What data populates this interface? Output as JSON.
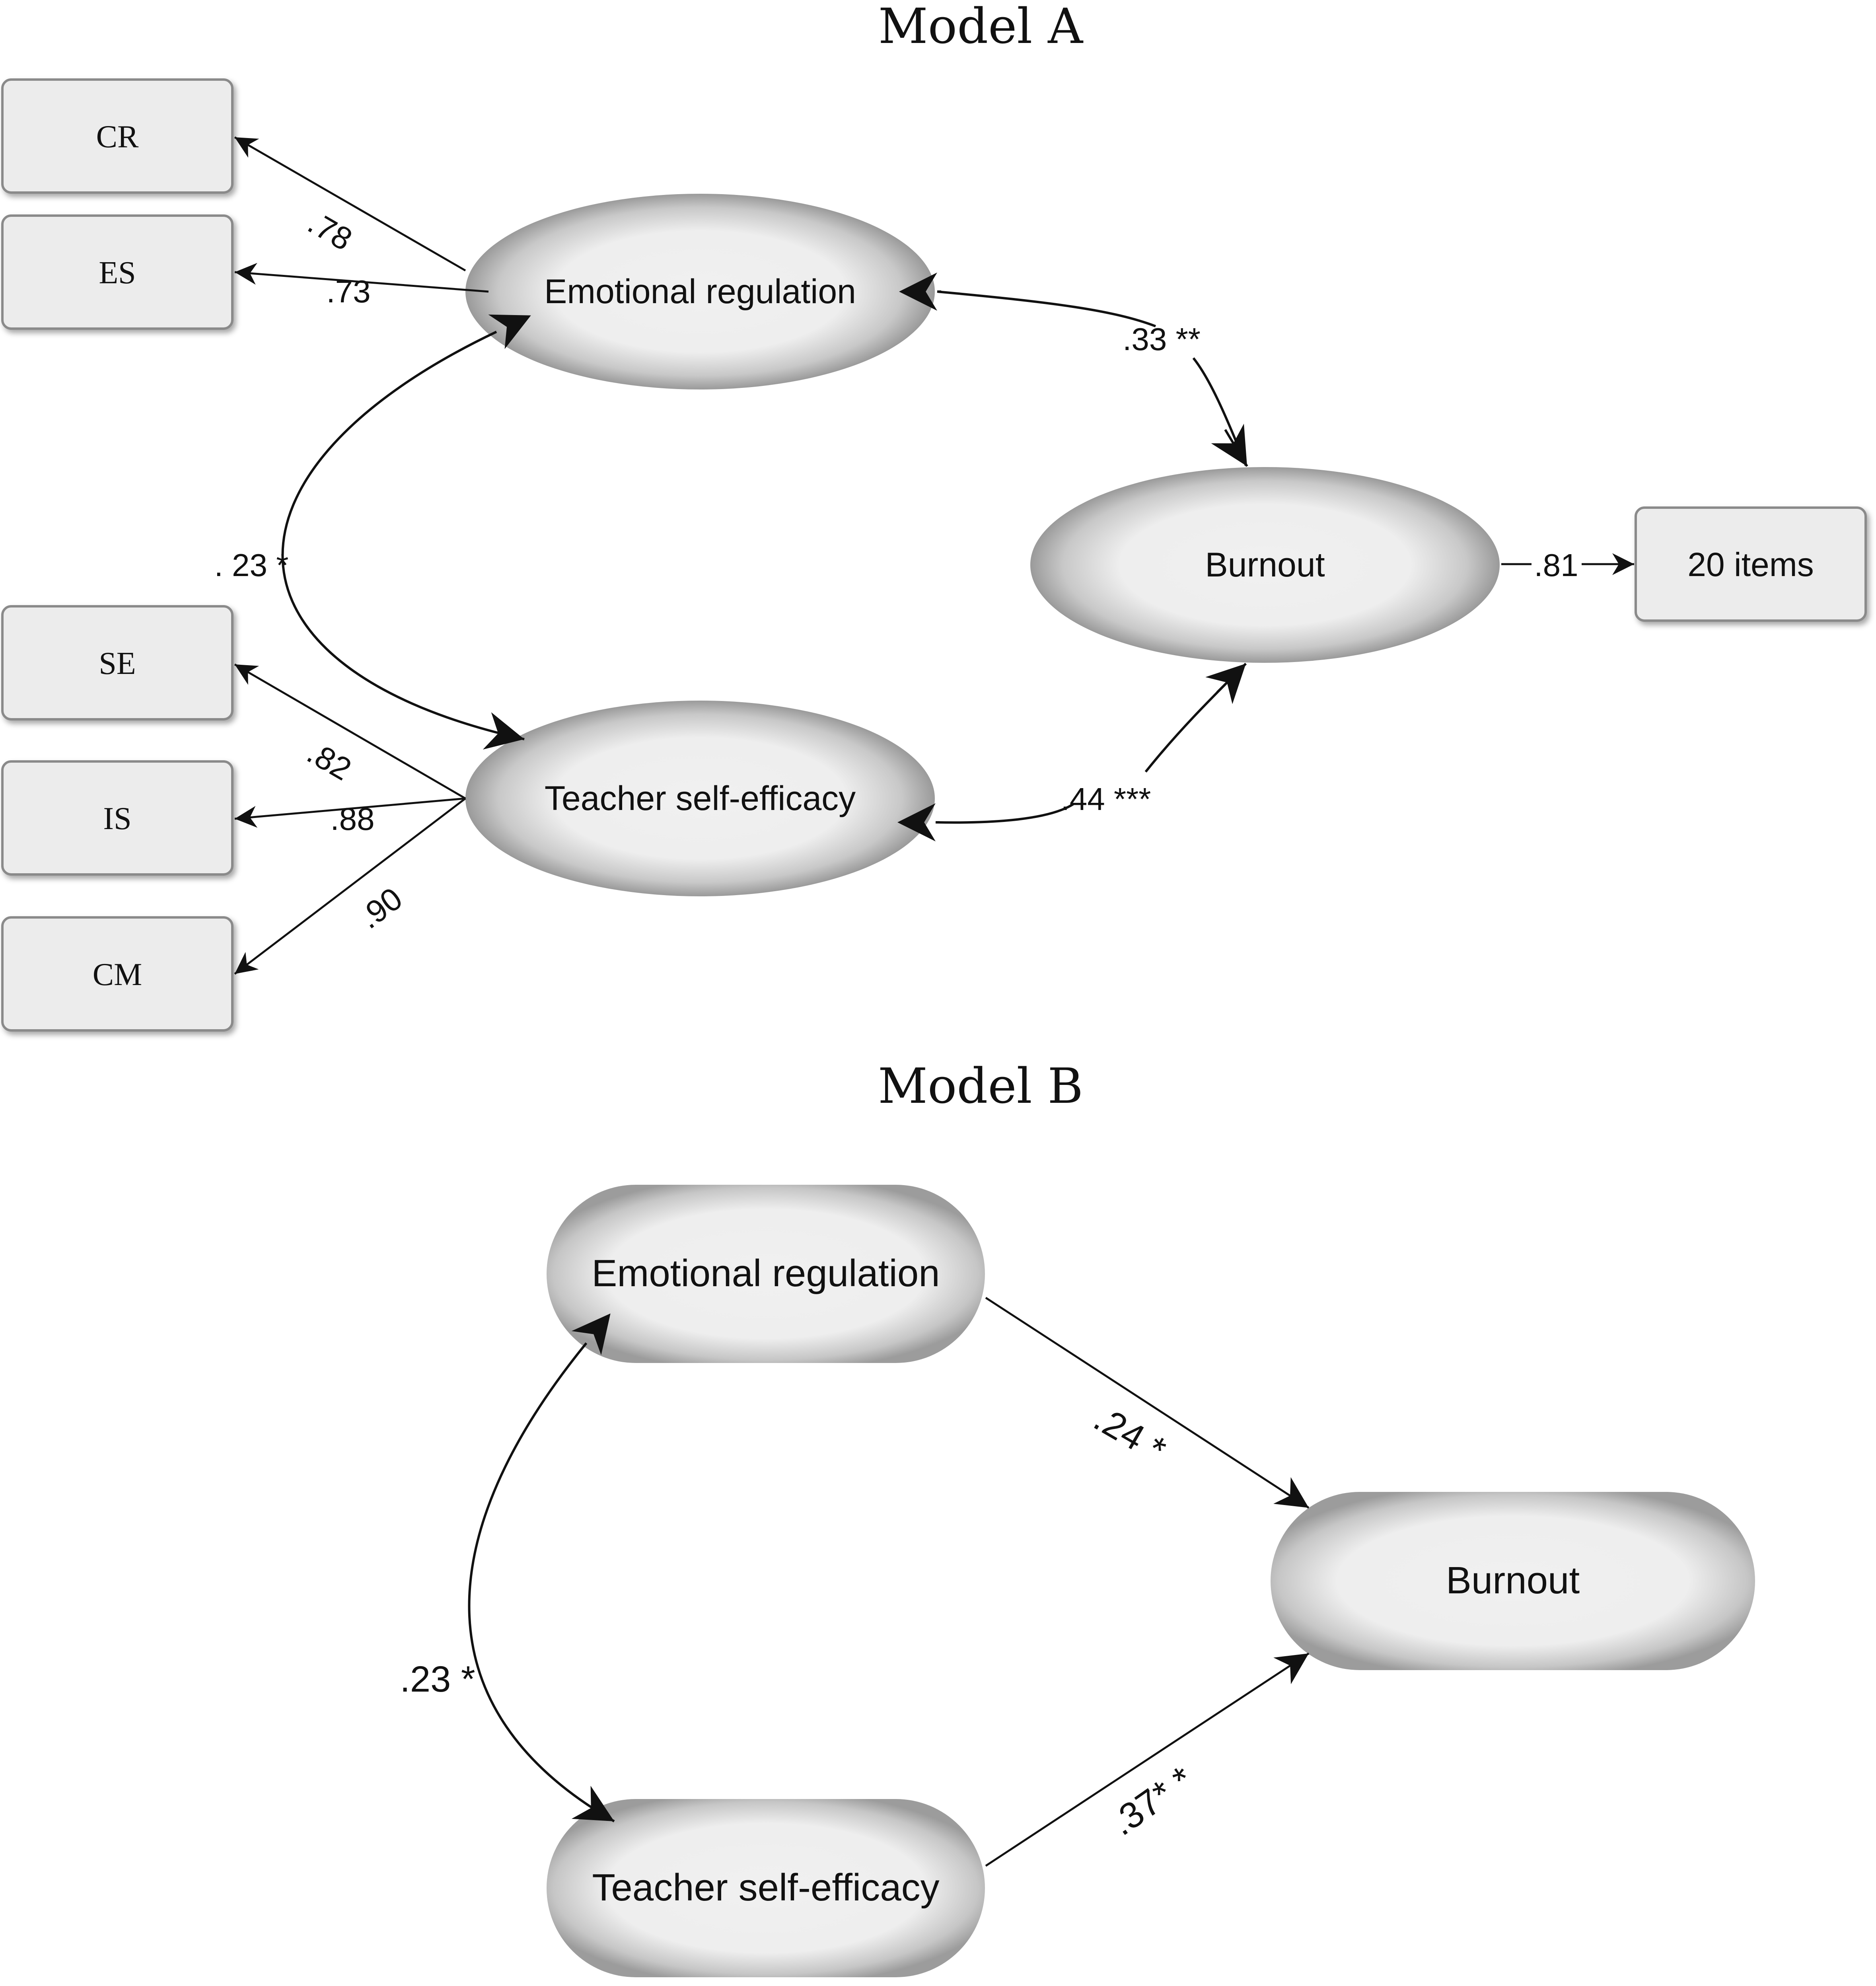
{
  "model_a": {
    "title": "Model A",
    "indicators": {
      "cr": "CR",
      "es": "ES",
      "se": "SE",
      "is": "IS",
      "cm": "CM",
      "items": "20 items"
    },
    "latents": {
      "emotional_regulation": "Emotional regulation",
      "teacher_self_efficacy": "Teacher self-efficacy",
      "burnout": "Burnout"
    },
    "loadings": {
      "cr": ".78",
      "es": ".73",
      "se": ".82",
      "is": ".88",
      "cm": ".90",
      "items": ".81"
    },
    "paths": {
      "er_tse": ". 23 *",
      "er_burnout": ".33 **",
      "tse_burnout": ".44 ***"
    }
  },
  "model_b": {
    "title": "Model B",
    "nodes": {
      "emotional_regulation": "Emotional regulation",
      "teacher_self_efficacy": "Teacher self-efficacy",
      "burnout": "Burnout"
    },
    "paths": {
      "er_tse": ".23 *",
      "er_burnout": ".24 *",
      "tse_burnout": ".37* *"
    }
  }
}
